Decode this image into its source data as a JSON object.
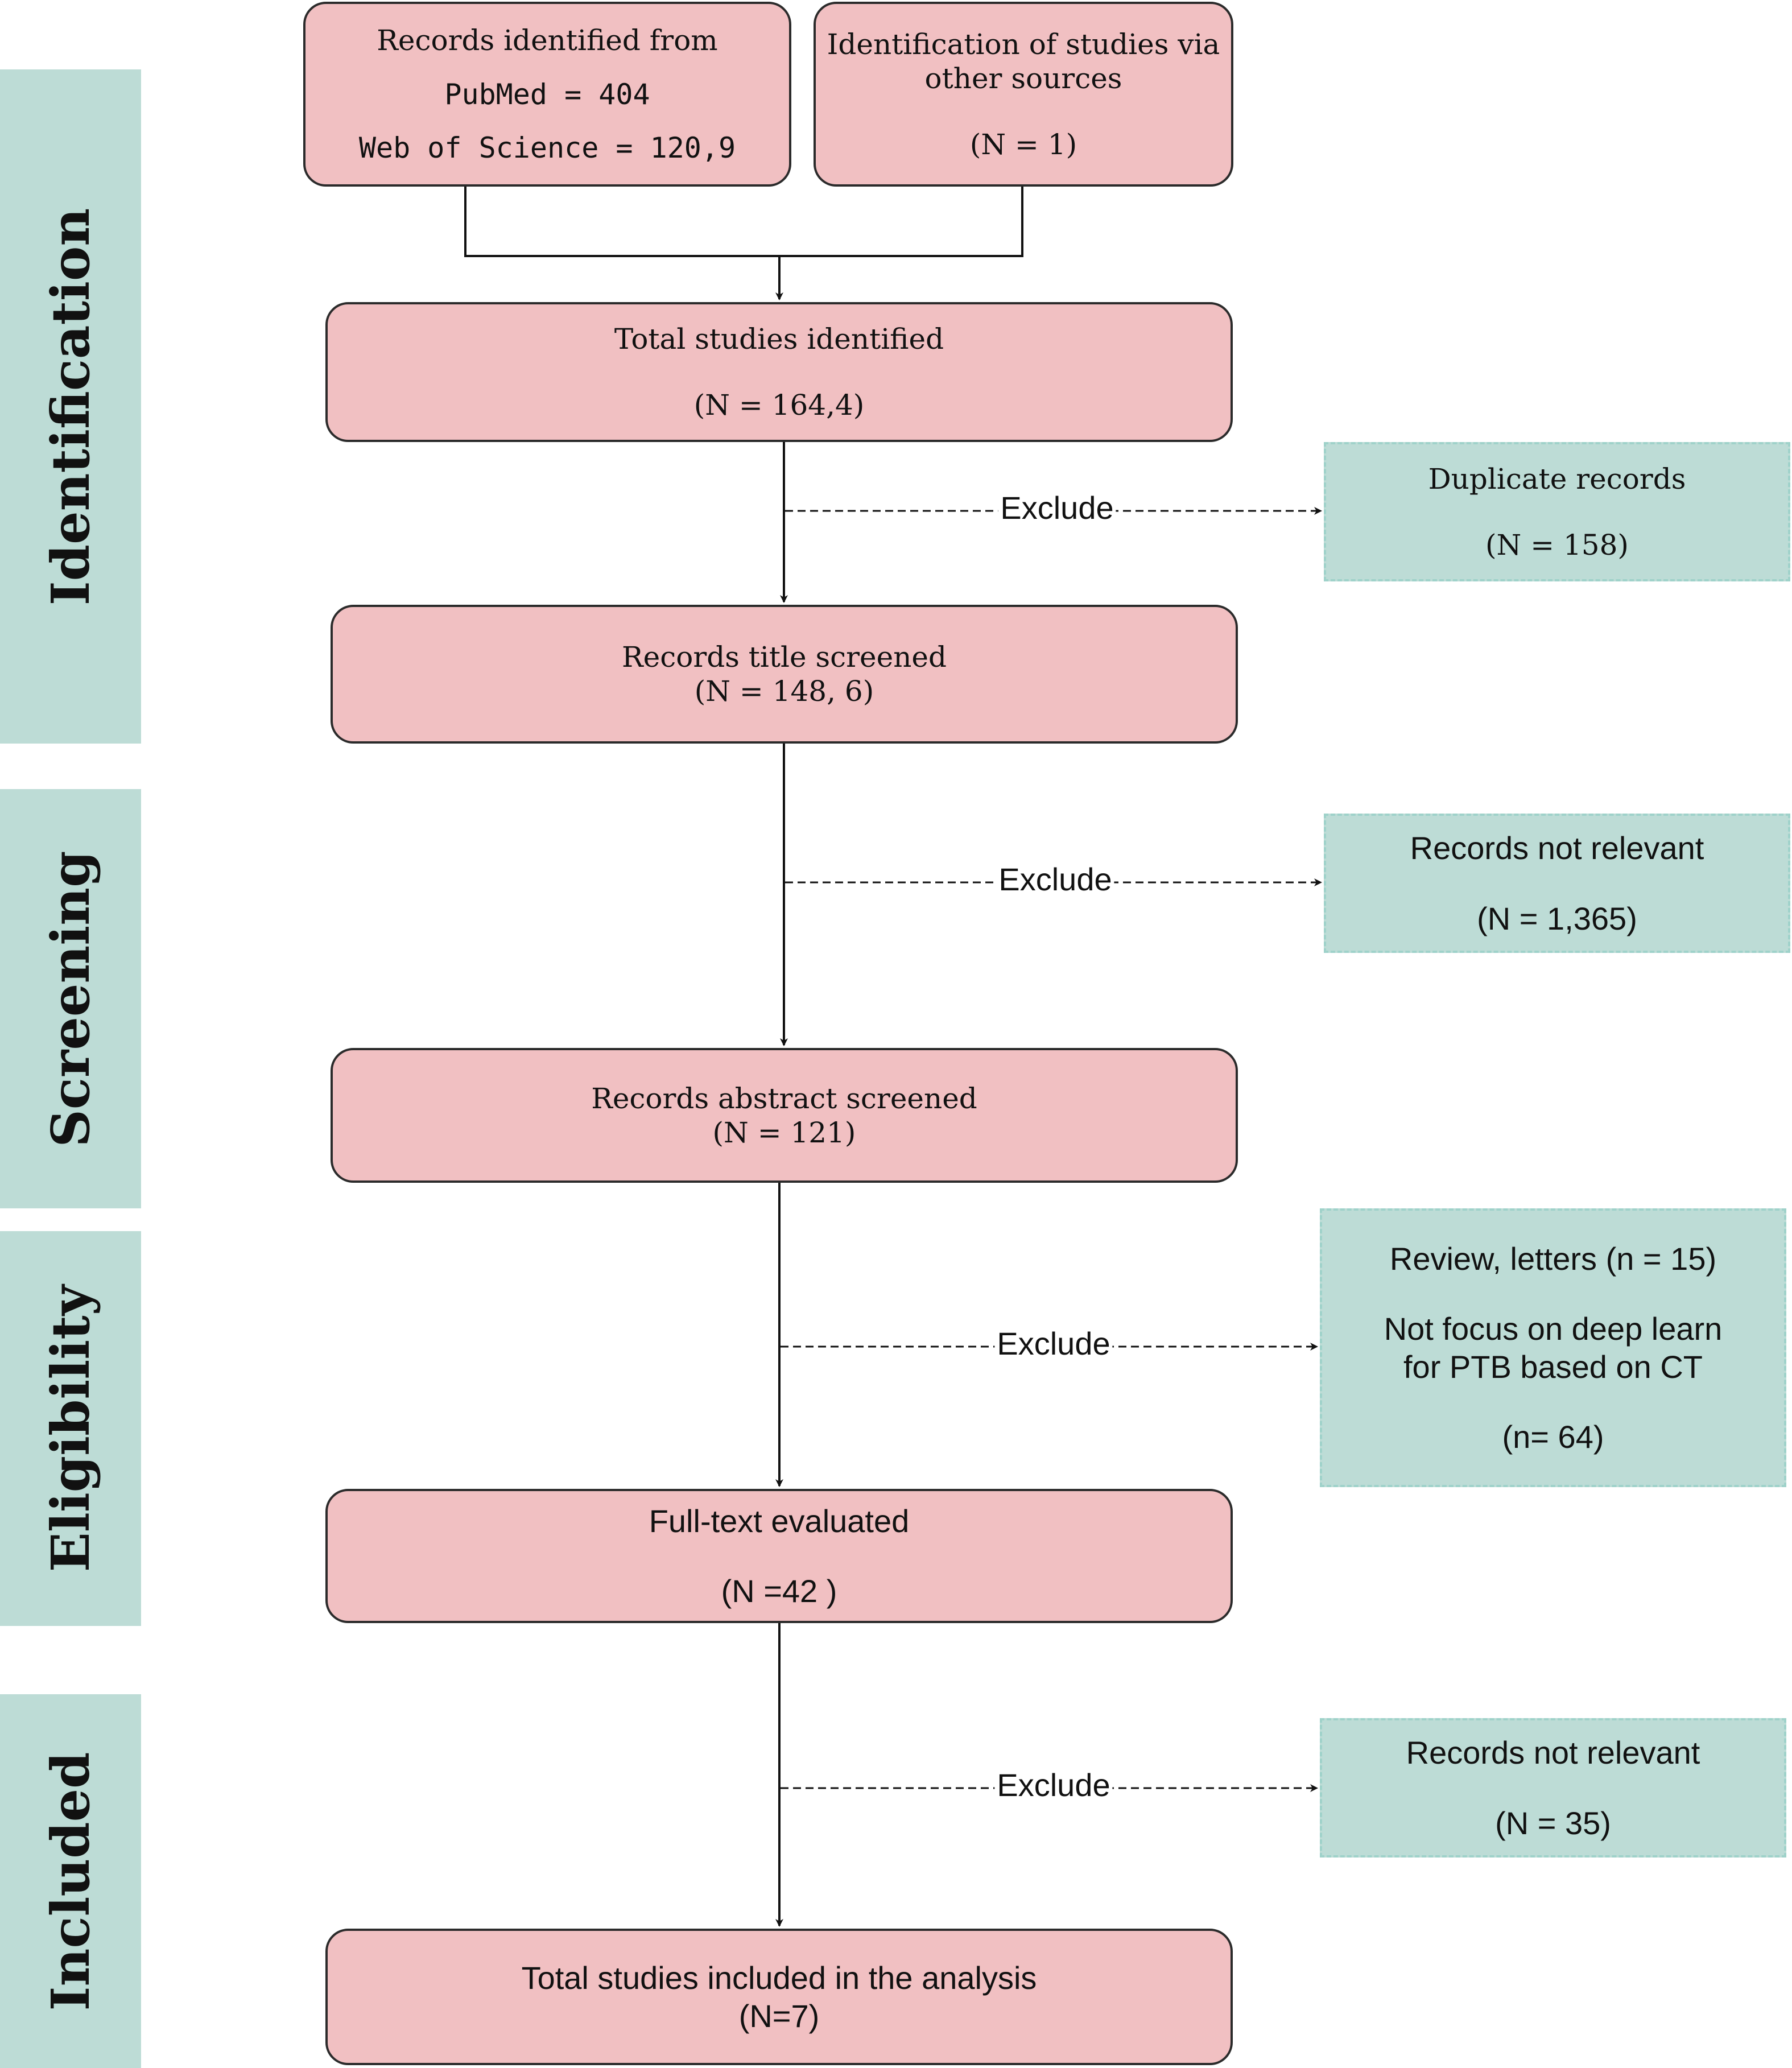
{
  "stages": [
    {
      "label": "Identification"
    },
    {
      "label": "Screening"
    },
    {
      "label": "Eligibility"
    },
    {
      "label": "Included"
    }
  ],
  "boxes": {
    "records_identified": {
      "title": "Records identified from",
      "line1": "PubMed = 404",
      "line2": "Web of Science = 120,9"
    },
    "other_sources": {
      "title_line1": "Identification of studies via",
      "title_line2": "other sources",
      "count": "(N = 1)"
    },
    "total_identified": {
      "title": "Total studies identified",
      "count": "(N = 164,4)"
    },
    "title_screened": {
      "title": "Records title screened",
      "count": "(N = 148, 6)"
    },
    "abstract_screened": {
      "title": "Records abstract screened",
      "count": "(N = 121)"
    },
    "full_text": {
      "title": "Full-text evaluated",
      "count": "(N =42 )"
    },
    "included": {
      "title": "Total studies  included in the analysis",
      "count": "(N=7)"
    }
  },
  "exclusions": {
    "duplicates": {
      "title": "Duplicate records",
      "count": "(N = 158)"
    },
    "not_relevant_1": {
      "title": "Records not relevant",
      "count": "(N = 1,365)"
    },
    "eligibility": {
      "line1": "Review, letters (n = 15)",
      "line2": "Not focus on deep learn",
      "line3": "for PTB based on CT",
      "count": "(n= 64)"
    },
    "not_relevant_2": {
      "title": "Records not relevant",
      "count": "(N = 35)"
    }
  },
  "exclude_label": "Exclude",
  "colors": {
    "pink_box": "#f1c0c2",
    "teal_box": "#bddcd6",
    "outline": "#2b2b2b"
  }
}
